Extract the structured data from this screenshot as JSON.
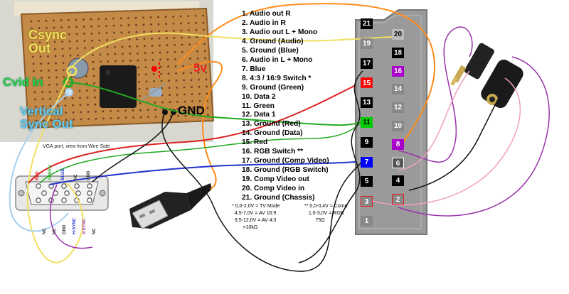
{
  "pin_list": [
    "1. Audio out R",
    "2. Audio in R",
    "3. Audio out L + Mono",
    "4. Ground (Audio)",
    "5. Ground (Blue)",
    "6. Audio in L + Mono",
    "7. Blue",
    "8. 4:3 / 16:9 Switch *",
    "9. Ground (Green)",
    "10. Data 2",
    "11. Green",
    "12. Data 1",
    "13. Ground (Red)",
    "14. Ground (Data)",
    "15. Red",
    "16. RGB Switch **",
    "17. Ground (Comp Video)",
    "18. Ground (RGB Switch)",
    "19. Comp Video out",
    "20. Comp Video in",
    "21. Ground (Chassis)"
  ],
  "footnotes": {
    "switch_4_3": "* 0,0-2,0V = TV Mode\n  4,5-7,0V = AV 16:9\n  9,5-12,0V = AV 4:3\n        >10kΩ",
    "rgb_switch": "** 0,0-0,4V = Comp\n   1,0-3,0V = RGB\n        75Ω"
  },
  "board_labels": {
    "csync_out": "Csync\nOut",
    "cvid_in": "Cvid in",
    "vertical_sync_out": "Vertical\nSync Out",
    "five_volt": "5v",
    "gnd": "GND"
  },
  "vga": {
    "caption": "VGA port, view from Wire Side",
    "top_pins": [
      "RED",
      "GREEN",
      "BLUE",
      "NC",
      "GND"
    ],
    "bottom_pins": [
      "NC",
      "NC",
      "GND",
      "H-SYNC",
      "V-SYNC",
      "NC"
    ]
  },
  "scart": {
    "left_column": [
      "21",
      "19",
      "17",
      "15",
      "13",
      "11",
      "9",
      "7",
      "5",
      "3",
      "1"
    ],
    "right_column": [
      "20",
      "18",
      "16",
      "14",
      "12",
      "10",
      "8",
      "6",
      "4",
      "2"
    ],
    "pin_colors": {
      "15": "#ff0000",
      "11": "#00cc00",
      "7": "#0000ff",
      "16": "#aa00cc",
      "8": "#aa00cc"
    }
  },
  "colors": {
    "wire_orange": "#ff8c1a",
    "wire_yellow": "#f0e060",
    "wire_green": "#22aa22",
    "wire_red": "#dd2222",
    "wire_blue": "#2233cc",
    "wire_purple": "#9933aa",
    "wire_pink": "#f0a0c0",
    "wire_lightblue": "#a8d0ee",
    "wire_black": "#111111",
    "stripboard": "#c48a48",
    "scart_body": "#999999"
  }
}
